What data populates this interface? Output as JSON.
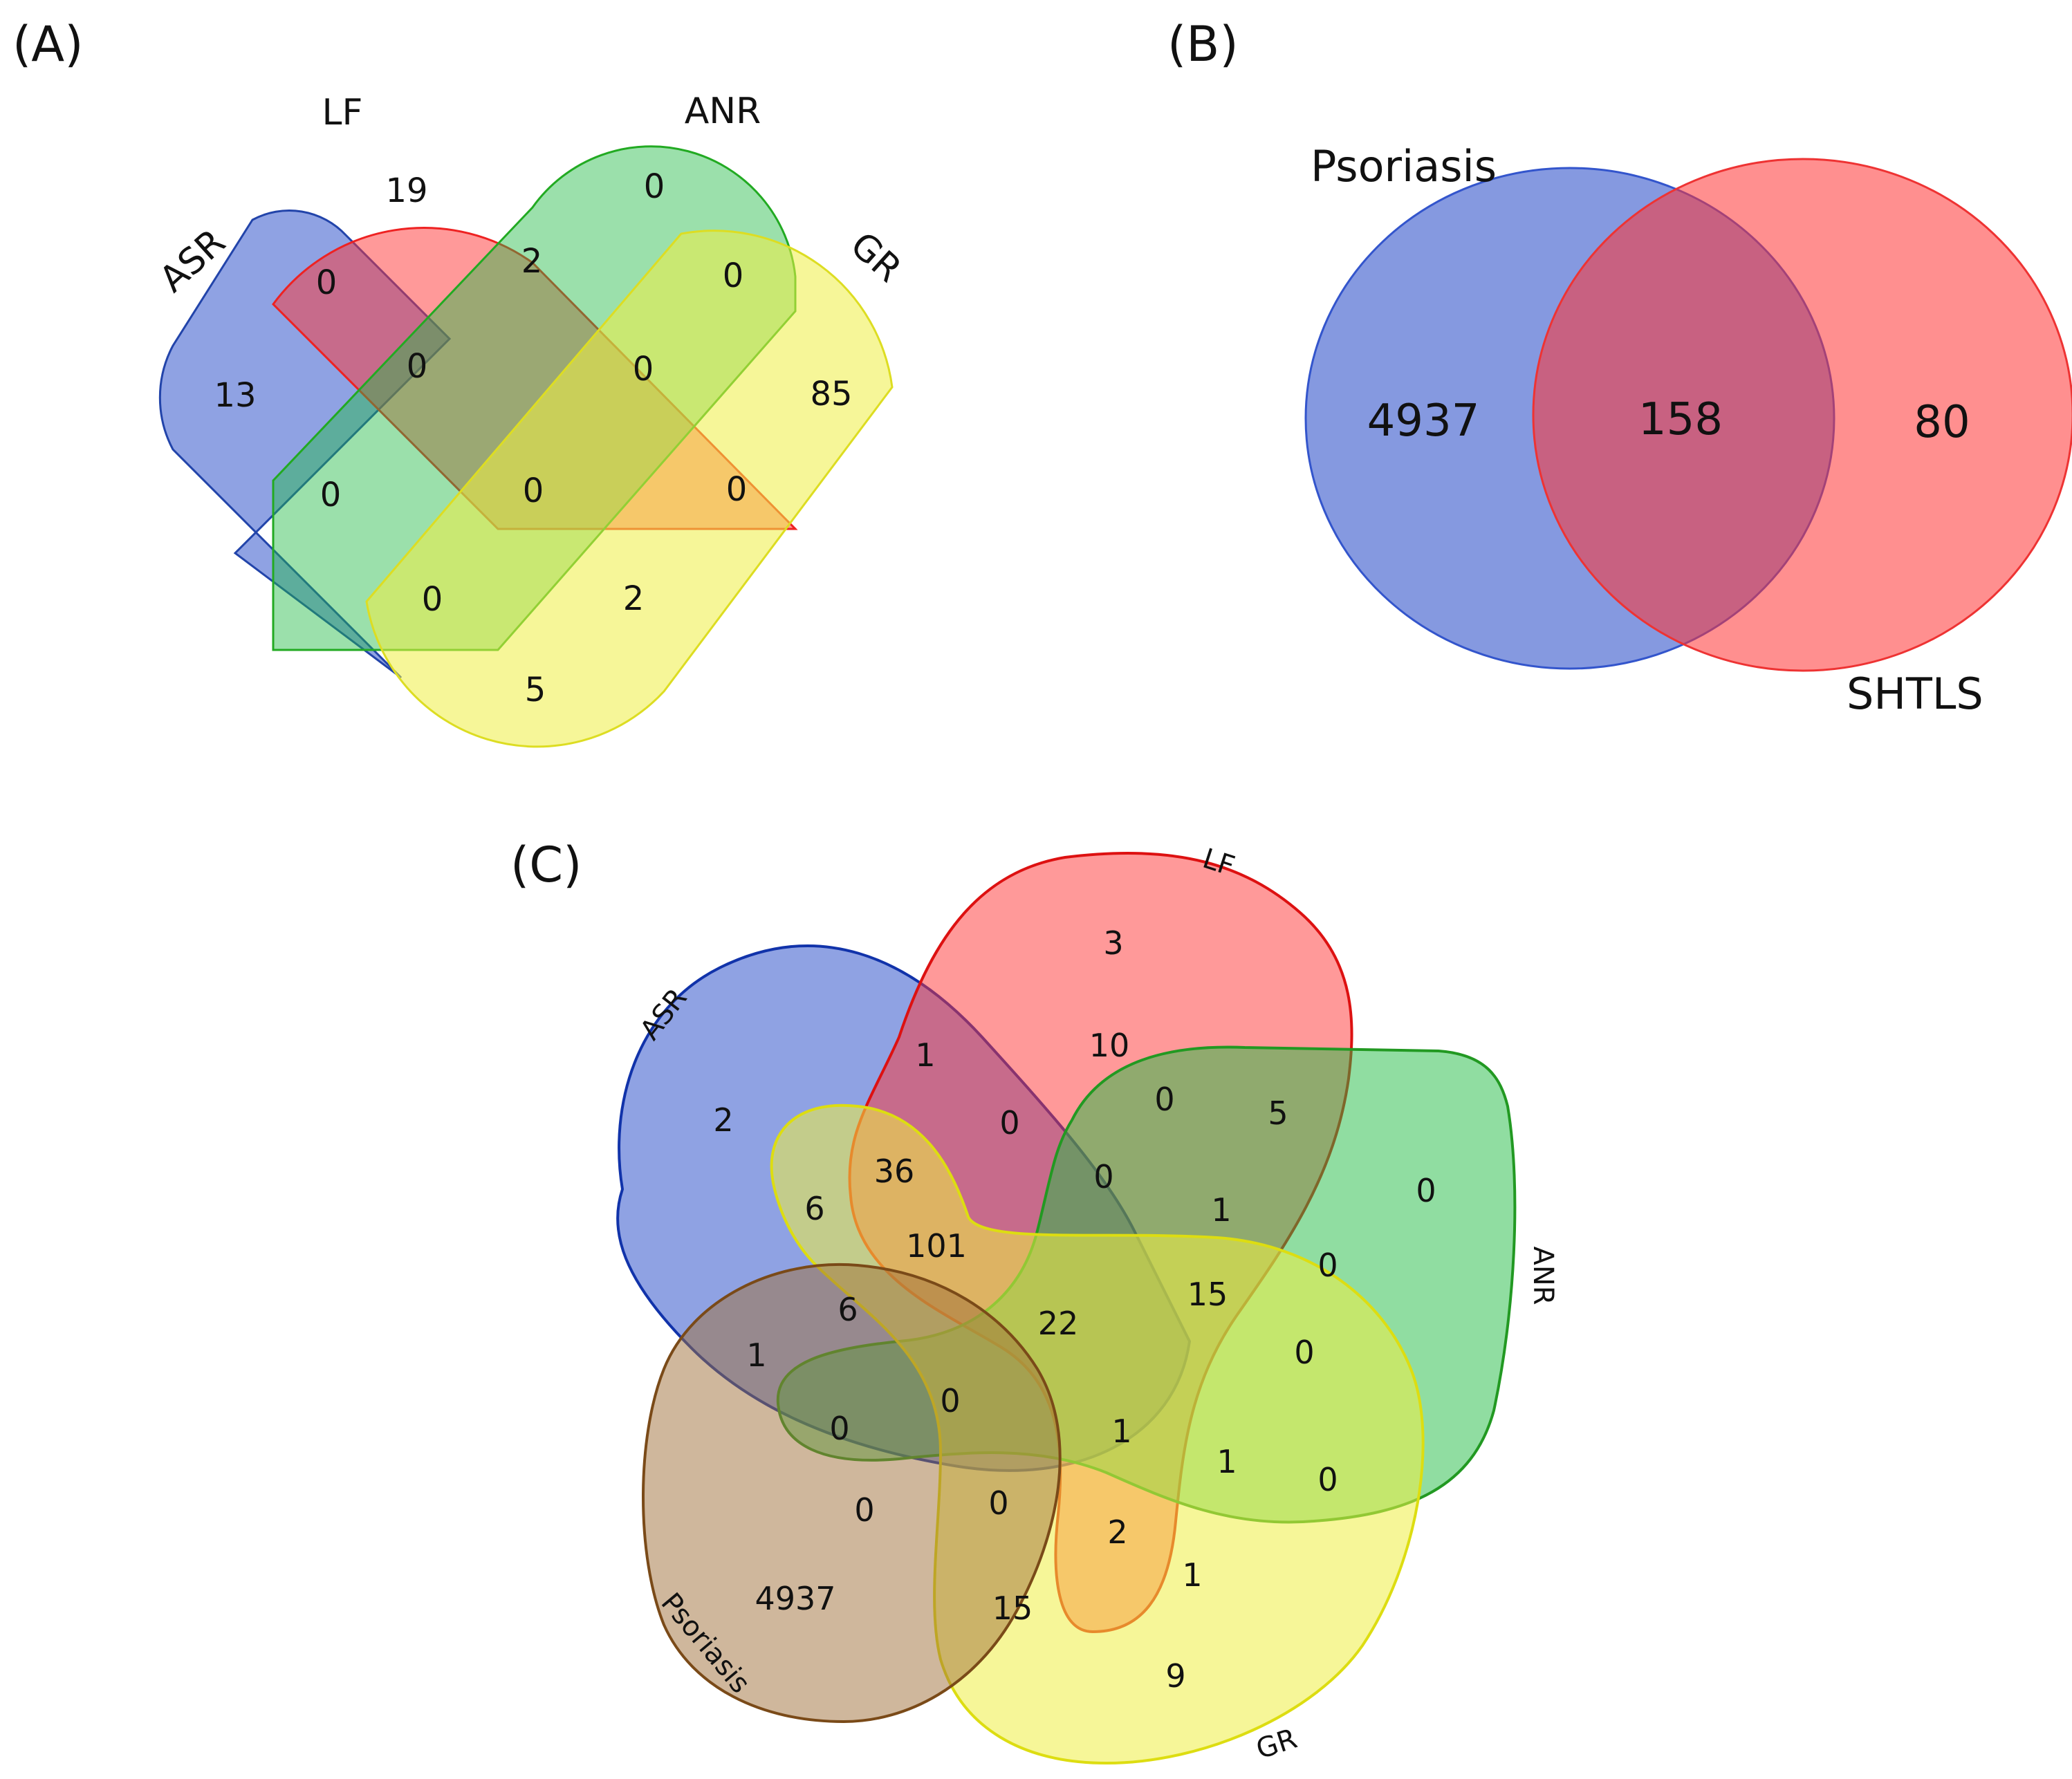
{
  "panels": {
    "a": {
      "label": "(A)",
      "sets": {
        "asr": "ASR",
        "lf": "LF",
        "anr": "ANR",
        "gr": "GR"
      },
      "regions": [
        {
          "sets": [
            "LF"
          ],
          "value": "19"
        },
        {
          "sets": [
            "ANR"
          ],
          "value": "0"
        },
        {
          "sets": [
            "ASR"
          ],
          "value": "13"
        },
        {
          "sets": [
            "GR"
          ],
          "value": "85"
        },
        {
          "sets": [
            "ASR",
            "LF"
          ],
          "value": "0"
        },
        {
          "sets": [
            "LF",
            "ANR"
          ],
          "value": "2"
        },
        {
          "sets": [
            "ANR",
            "GR"
          ],
          "value": "0"
        },
        {
          "sets": [
            "ASR",
            "LF",
            "ANR"
          ],
          "value": "0"
        },
        {
          "sets": [
            "LF",
            "ANR",
            "GR"
          ],
          "value": "0"
        },
        {
          "sets": [
            "ASR",
            "ANR"
          ],
          "value": "0"
        },
        {
          "sets": [
            "ASR",
            "LF",
            "ANR",
            "GR"
          ],
          "value": "0"
        },
        {
          "sets": [
            "LF",
            "GR"
          ],
          "value": "0"
        },
        {
          "sets": [
            "ASR",
            "ANR",
            "GR"
          ],
          "value": "0"
        },
        {
          "sets": [
            "ASR",
            "LF",
            "GR"
          ],
          "value": "2"
        },
        {
          "sets": [
            "ASR",
            "GR"
          ],
          "value": "5"
        }
      ]
    },
    "b": {
      "label": "(B)",
      "sets": {
        "psoriasis": "Psoriasis",
        "shtls": "SHTLS"
      },
      "regions": [
        {
          "sets": [
            "Psoriasis"
          ],
          "value": "4937"
        },
        {
          "sets": [
            "Psoriasis",
            "SHTLS"
          ],
          "value": "158"
        },
        {
          "sets": [
            "SHTLS"
          ],
          "value": "80"
        }
      ]
    },
    "c": {
      "label": "(C)",
      "sets": {
        "asr": "ASR",
        "lf": "LF",
        "anr": "ANR",
        "gr": "GR",
        "psoriasis": "Psoriasis"
      },
      "regions": [
        "3",
        "1",
        "2",
        "10",
        "0",
        "5",
        "0",
        "36",
        "6",
        "0",
        "1",
        "0",
        "101",
        "0",
        "15",
        "6",
        "22",
        "0",
        "1",
        "0",
        "1",
        "0",
        "1",
        "0",
        "0",
        "0",
        "2",
        "1",
        "4937",
        "15",
        "9"
      ]
    }
  },
  "colors": {
    "blue": "#3355cc",
    "red": "#ff3333",
    "green": "#22bb44",
    "yellow": "#eeee44",
    "brown": "#a0703a"
  }
}
